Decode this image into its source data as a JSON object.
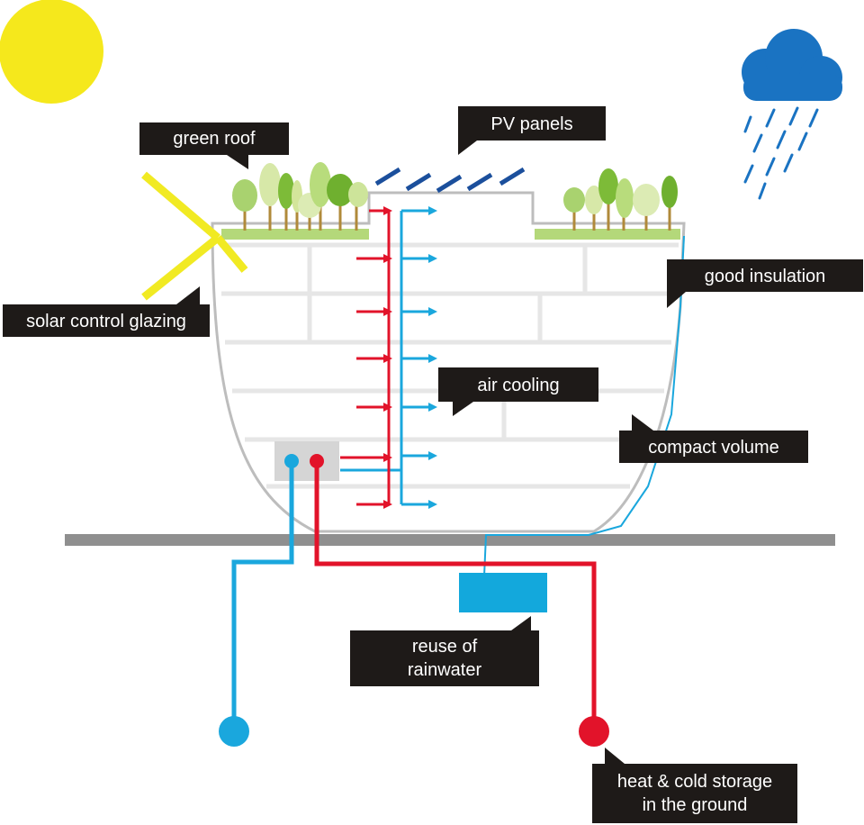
{
  "labels": {
    "green_roof": "green roof",
    "pv_panels": "PV panels",
    "solar_control_glazing": "solar control glazing",
    "good_insulation": "good insulation",
    "air_cooling": "air cooling",
    "compact_volume": "compact volume",
    "reuse_line1": "reuse of",
    "reuse_line2": "rainwater",
    "storage_line1": "heat & cold storage",
    "storage_line2": "in the ground"
  },
  "icons": {
    "sun": "sun-icon",
    "cloud": "rain-cloud-icon"
  },
  "colors": {
    "label_bg": "#1e1a18",
    "label_text": "#ffffff",
    "sun": "#f5e81c",
    "cloud": "#1a73c2",
    "rain": "#1a73c2",
    "warm_pipe": "#e2132a",
    "cold_pipe": "#1aa7dd",
    "ground": "#8f8f8f",
    "tank": "#13a8dc",
    "roof_green": "#b4d87a",
    "glazing": "#f1ea23",
    "pv": "#1b4f9c"
  }
}
